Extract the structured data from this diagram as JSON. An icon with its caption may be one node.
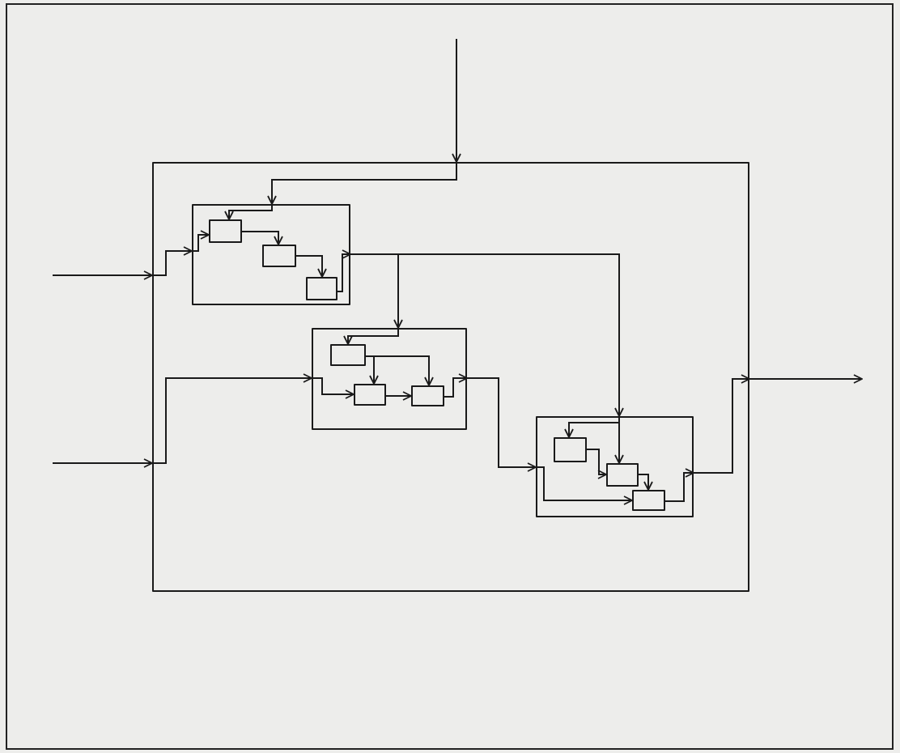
{
  "diagram": {
    "nodes": [
      {
        "text": [],
        "shape": "box"
      },
      {
        "text": [],
        "shape": "box",
        "in": 0
      },
      {
        "text": [],
        "shape": "box",
        "in": 1
      },
      {
        "text": [],
        "shape": "box",
        "in": 1
      },
      {
        "text": [],
        "shape": "box",
        "in": 1
      },
      {
        "text": [],
        "shape": "box",
        "in": 0
      },
      {
        "text": [],
        "shape": "box",
        "in": 5
      },
      {
        "text": [],
        "shape": "box",
        "in": 5
      },
      {
        "text": [],
        "shape": "box",
        "in": 5
      },
      {
        "text": [],
        "shape": "box",
        "in": 0
      },
      {
        "text": [],
        "shape": "box",
        "in": 9
      },
      {
        "text": [],
        "shape": "box",
        "in": 9
      },
      {
        "text": [],
        "shape": "box",
        "in": 9
      }
    ],
    "edges": [
      {
        "from": null,
        "to": 0,
        "arrow": "to"
      },
      {
        "from": 0,
        "to": 1,
        "arrow": "to"
      },
      {
        "from": 1,
        "to": 2,
        "arrow": "to"
      },
      {
        "from": null,
        "to": 0,
        "arrow": "to"
      },
      {
        "from": 0,
        "to": 1,
        "arrow": "to"
      },
      {
        "from": 1,
        "to": 2,
        "arrow": "to"
      },
      {
        "from": 2,
        "to": 3,
        "arrow": "to"
      },
      {
        "from": 3,
        "to": 4,
        "arrow": "to"
      },
      {
        "from": 4,
        "to": 1,
        "arrow": "to"
      },
      {
        "from": 1,
        "to": 5,
        "arrow": "to"
      },
      {
        "from": 1,
        "to": 9,
        "arrow": "to"
      },
      {
        "from": 5,
        "to": 6,
        "arrow": "to"
      },
      {
        "from": null,
        "to": 0,
        "arrow": "to"
      },
      {
        "from": 0,
        "to": 5,
        "arrow": "to"
      },
      {
        "from": 5,
        "to": 7,
        "arrow": "to"
      },
      {
        "from": 6,
        "to": 7,
        "arrow": "to"
      },
      {
        "from": 6,
        "to": 8,
        "arrow": "to"
      },
      {
        "from": 7,
        "to": 8,
        "arrow": "to"
      },
      {
        "from": 8,
        "to": 5,
        "arrow": "to"
      },
      {
        "from": 5,
        "to": 9,
        "arrow": "to"
      },
      {
        "from": 9,
        "to": 10,
        "arrow": "to"
      },
      {
        "from": 9,
        "to": 11,
        "arrow": "to"
      },
      {
        "from": 10,
        "to": 11,
        "arrow": "to"
      },
      {
        "from": 11,
        "to": 12,
        "arrow": "to"
      },
      {
        "from": 9,
        "to": 12,
        "arrow": "to"
      },
      {
        "from": 12,
        "to": 9,
        "arrow": "to"
      },
      {
        "from": 9,
        "to": 0,
        "arrow": "to"
      },
      {
        "from": 0,
        "to": null,
        "arrow": "to"
      }
    ]
  }
}
